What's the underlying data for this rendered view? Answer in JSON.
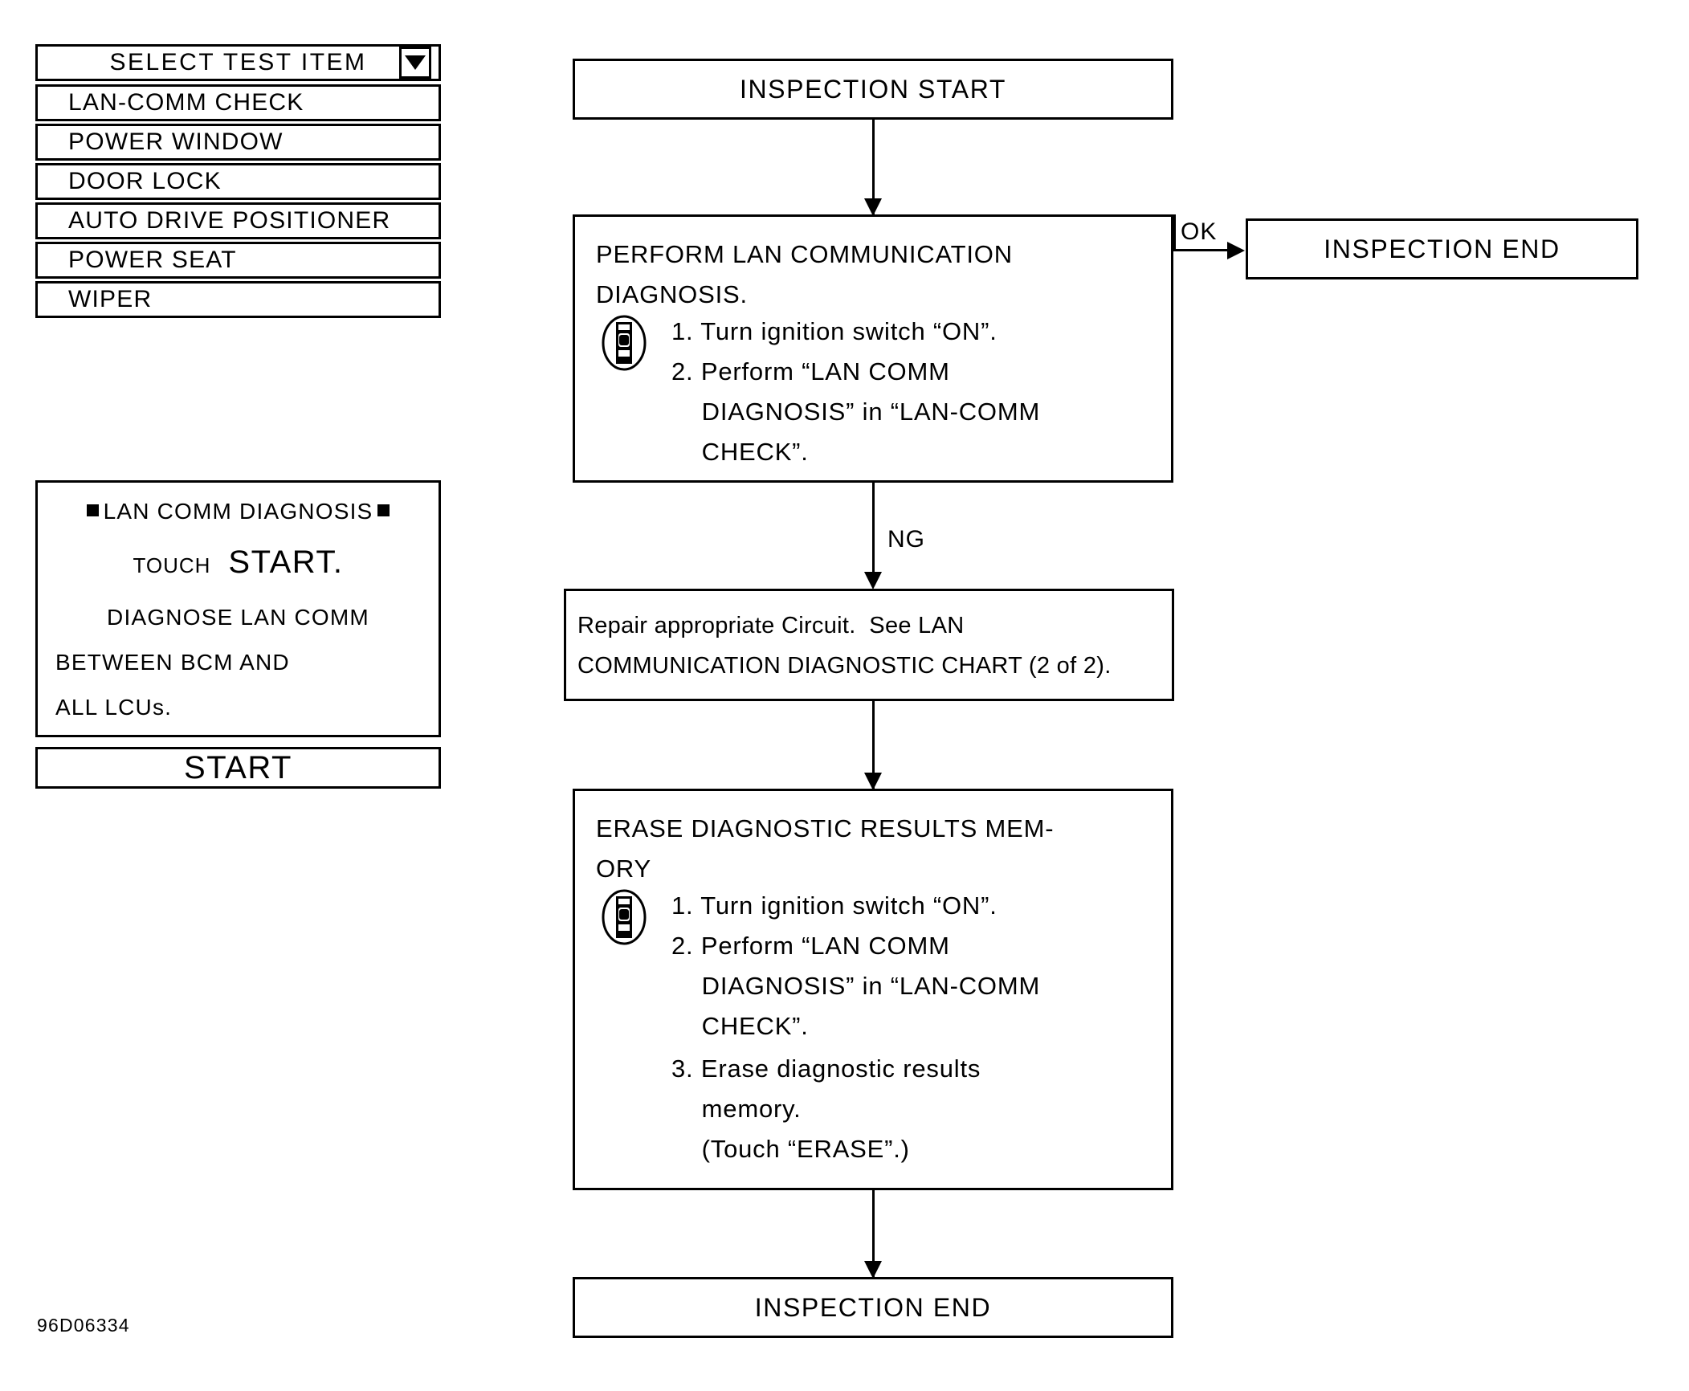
{
  "figure_id": "96D06334",
  "select_test_item": {
    "header_label": "SELECT TEST ITEM",
    "dropdown_icon": "triangle-down-icon",
    "items": [
      "LAN-COMM CHECK",
      "POWER WINDOW",
      "DOOR LOCK",
      "AUTO DRIVE POSITIONER",
      "POWER SEAT",
      "WIPER"
    ]
  },
  "consult_screen": {
    "title": "LAN COMM DIAGNOSIS",
    "title_bullet": "filled-square-icon",
    "touch_label": "TOUCH",
    "touch_action": "START.",
    "body_line1": "DIAGNOSE LAN COMM",
    "body_line2": "BETWEEN BCM AND",
    "body_line3": "ALL LCUs.",
    "start_button": "START"
  },
  "flow": {
    "inspection_start": "INSPECTION START",
    "perform_diagnosis": {
      "heading_line1": "PERFORM LAN COMMUNICATION",
      "heading_line2": "DIAGNOSIS.",
      "icon": "consult-tool-icon",
      "steps": [
        "1. Turn ignition switch “ON”.",
        "2. Perform “LAN COMM",
        "    DIAGNOSIS” in “LAN-COMM",
        "    CHECK”."
      ]
    },
    "label_ok": "OK",
    "label_ng": "NG",
    "inspection_end_ok": "INSPECTION END",
    "repair_box": {
      "line1": "Repair appropriate Circuit.  See LAN",
      "line2": "COMMUNICATION DIAGNOSTIC CHART (2 of 2)."
    },
    "erase_box": {
      "heading_line1": "ERASE DIAGNOSTIC RESULTS MEM-",
      "heading_line2": "ORY",
      "icon": "consult-tool-icon",
      "steps": [
        "1. Turn ignition switch “ON”.",
        "2. Perform “LAN COMM",
        "    DIAGNOSIS” in “LAN-COMM",
        "    CHECK”.",
        "3. Erase diagnostic results",
        "    memory.",
        "    (Touch “ERASE”.)"
      ]
    },
    "inspection_end_final": "INSPECTION END"
  },
  "colors": {
    "ink": "#000000",
    "paper": "#ffffff"
  }
}
